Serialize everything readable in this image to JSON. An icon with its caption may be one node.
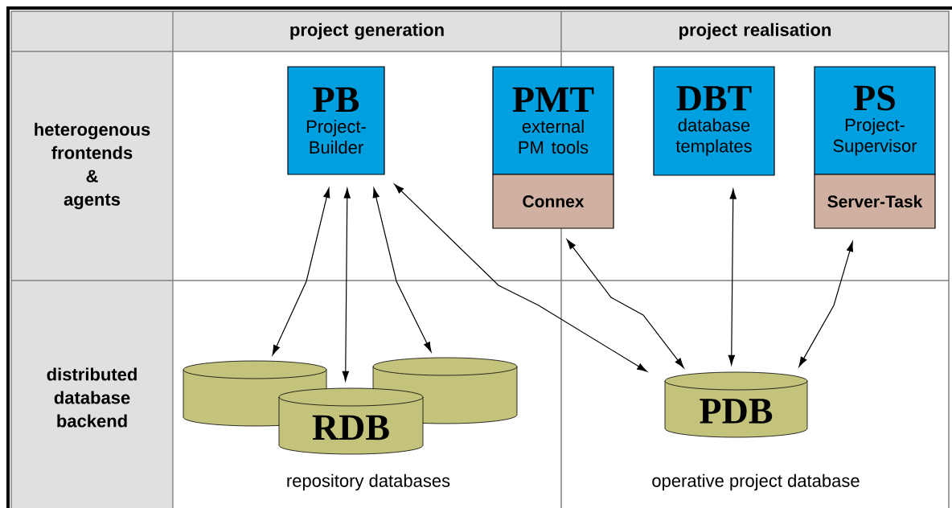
{
  "diagram": {
    "nodes": [
      {
        "text": [
          "PB",
          "Project-Builder"
        ]
      },
      {
        "text": [
          "PMT",
          "external PM tools"
        ]
      },
      {
        "text": [
          "Connex"
        ]
      },
      {
        "text": [
          "DBT",
          "database templates"
        ]
      },
      {
        "text": [
          "PS",
          "Project-Supervisor"
        ]
      },
      {
        "text": [
          "Server-Task"
        ]
      },
      {
        "text": [],
        "shape": "cylinder"
      },
      {
        "text": [
          "RDB"
        ]
      },
      {
        "text": [],
        "shape": "cylinder"
      },
      {
        "text": [
          "PDB"
        ]
      }
    ],
    "edges": [
      {
        "from": 0,
        "to": 6,
        "arrow": "both"
      },
      {
        "from": 0,
        "to": 7,
        "arrow": "both"
      },
      {
        "from": 0,
        "to": 8,
        "arrow": "both"
      },
      {
        "from": 0,
        "to": 9,
        "arrow": "both"
      },
      {
        "from": 2,
        "to": 9,
        "arrow": "both"
      },
      {
        "from": 3,
        "to": 9,
        "arrow": "both"
      },
      {
        "from": 5,
        "to": 9,
        "arrow": "both"
      }
    ],
    "labels": [
      "project generation",
      "project realisation",
      "heterogenous frontends & agents",
      "distributed database backend",
      "repository databases",
      "operative project database"
    ]
  }
}
